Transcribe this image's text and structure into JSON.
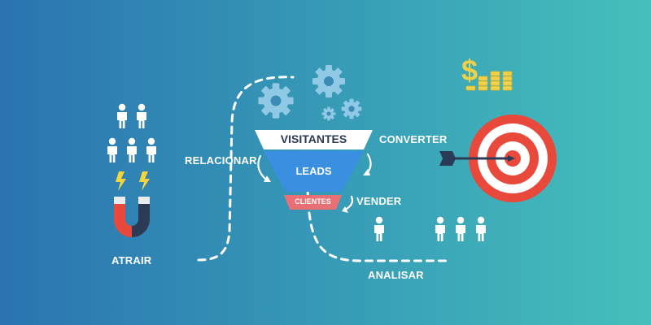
{
  "stages": {
    "attract": "ATRAIR",
    "relate": "RELACIONAR",
    "convert": "CONVERTER",
    "sell": "VENDER",
    "analyze": "ANALISAR"
  },
  "funnel": {
    "top": "VISITANTES",
    "middle": "LEADS",
    "bottom": "CLIENTES"
  },
  "money": {
    "symbol": "$"
  },
  "colors": {
    "background_left": "#2a73b0",
    "background_right": "#45c0bb",
    "funnel_top": "#ffffff",
    "funnel_middle": "#3a8fe0",
    "funnel_bottom": "#e86f74",
    "target_red": "#e8493b",
    "magnet_red": "#e8493b",
    "magnet_dark": "#2b3a55",
    "bolt": "#f5d43c",
    "gear": "#8fc9e6",
    "coins": "#f0d24a"
  },
  "icons": [
    "person-icon",
    "magnet-icon",
    "lightning-icon",
    "gear-icon",
    "target-icon",
    "arrow-icon",
    "dollar-icon",
    "coin-stack-icon"
  ]
}
